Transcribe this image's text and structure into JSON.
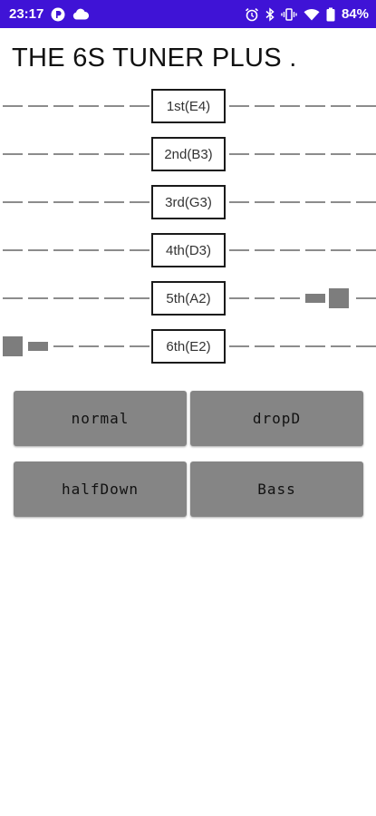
{
  "status_bar": {
    "time": "23:17",
    "battery": "84%",
    "icons": [
      "app-notification-icon",
      "cloud-icon",
      "alarm-icon",
      "bluetooth-icon",
      "vibrate-icon",
      "wifi-icon",
      "battery-icon"
    ]
  },
  "app": {
    "title": "THE 6S TUNER PLUS ."
  },
  "strings": [
    {
      "label": "1st(E4)",
      "deviation_markers": []
    },
    {
      "label": "2nd(B3)",
      "deviation_markers": []
    },
    {
      "label": "3rd(G3)",
      "deviation_markers": []
    },
    {
      "label": "4th(D3)",
      "deviation_markers": []
    },
    {
      "label": "5th(A2)",
      "deviation_markers": [
        "right"
      ]
    },
    {
      "label": "6th(E2)",
      "deviation_markers": [
        "left"
      ]
    }
  ],
  "presets": {
    "normal": "normal",
    "dropD": "dropD",
    "halfDown": "halfDown",
    "bass": "Bass"
  },
  "colors": {
    "status_bar": "#3f13d6",
    "button": "#858585",
    "marker": "#7d7d7d",
    "dash": "#8c8c8c"
  }
}
